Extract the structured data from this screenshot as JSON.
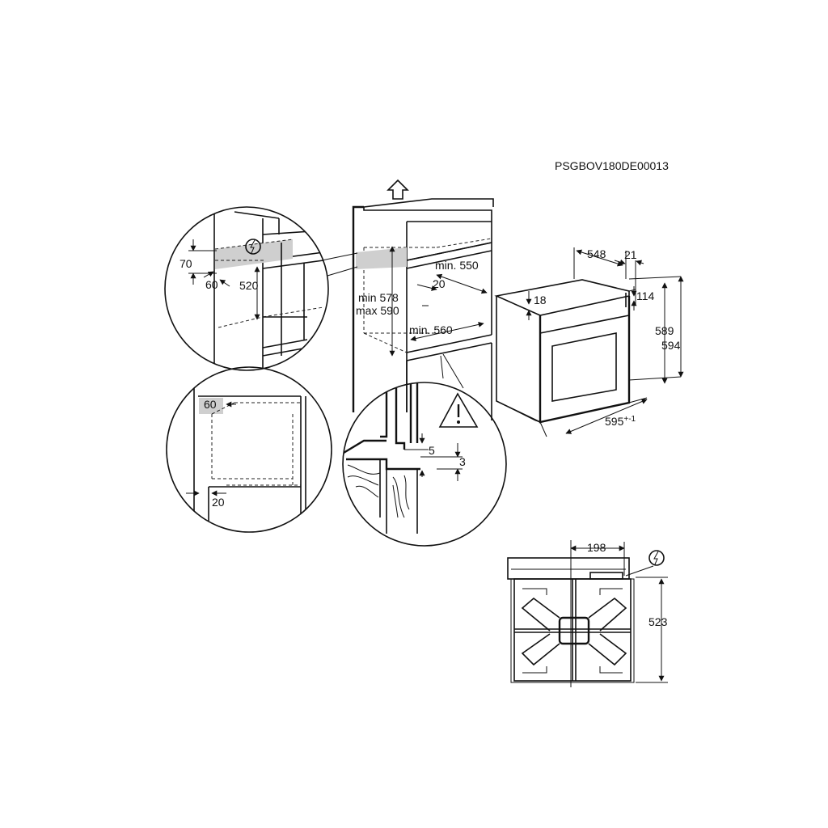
{
  "doc_code": "PSGBOV180DE00013",
  "labels": {
    "d70": "70",
    "d60_detail": "60",
    "d520": "520",
    "d60_side": "60",
    "d20_side": "20",
    "cab_min550": "min. 550",
    "cab_20": "20",
    "cab_min578": "min 578",
    "cab_max590": "max 590",
    "cab_min560": "min. 560",
    "gap_5": "5",
    "gap_3": "3",
    "oven_548": "548",
    "oven_21": "21",
    "oven_114": "114",
    "oven_18": "18",
    "oven_589": "589",
    "oven_594": "594",
    "oven_595": "595",
    "oven_595_tol": "+-1",
    "top_198": "198",
    "top_523": "523"
  },
  "colors": {
    "line": "#111111",
    "highlight": "#cfcfcf",
    "background": "#ffffff"
  },
  "icons": [
    "electric-connection-icon",
    "warning-triangle-icon",
    "ventilation-arrow-icon"
  ]
}
